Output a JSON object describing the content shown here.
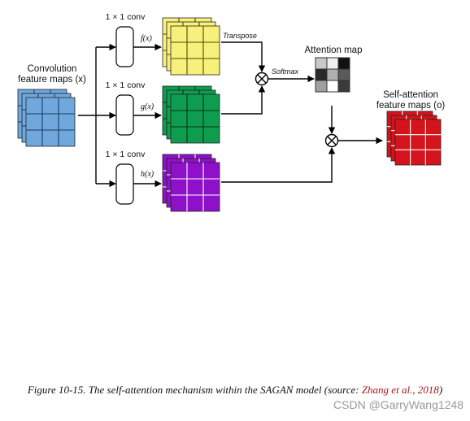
{
  "input_label_1": "Convolution",
  "input_label_2": "feature maps (x)",
  "conv_label": "1 × 1 conv",
  "f_label": "f(x)",
  "g_label": "g(x)",
  "h_label": "h(x)",
  "transpose_label": "Transpose",
  "softmax_label": "Softmax",
  "attention_map_label": "Attention map",
  "output_label_1": "Self-attention",
  "output_label_2": "feature maps (o)",
  "colors": {
    "input": "#6fa8dc",
    "f": "#f7f07a",
    "g": "#0e9c4e",
    "h": "#8e10c8",
    "output": "#d4141c"
  },
  "attention_cells": [
    "#c8c8c8",
    "#f0f0f0",
    "#111111",
    "#2a2a2a",
    "#b0b0b0",
    "#5a5a5a",
    "#a0a0a0",
    "#ffffff",
    "#3a3a3a"
  ],
  "caption": {
    "text": "Figure 10-15. The self-attention mechanism within the SAGAN model (source: ",
    "source": "Zhang et al., 2018",
    "close": ")"
  },
  "watermark": "CSDN @GarryWang1248"
}
